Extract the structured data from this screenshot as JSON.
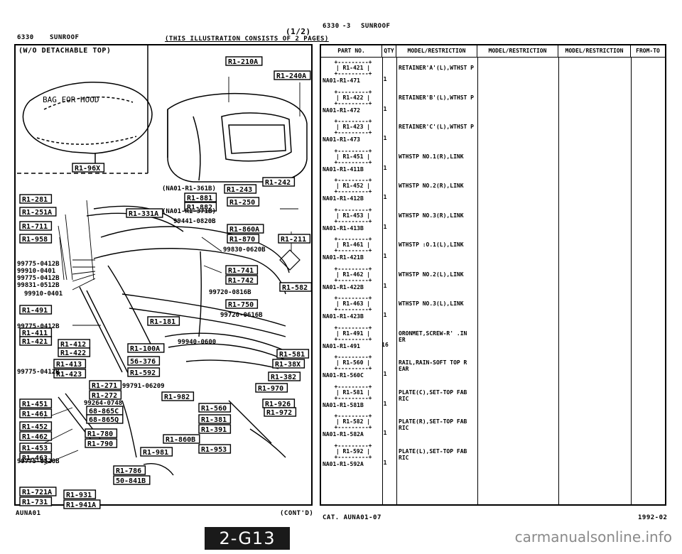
{
  "left_header": {
    "code": "6330",
    "title": "SUNROOF",
    "page_mark": "(1/2)",
    "note": "(THIS ILLUSTRATION CONSISTS OF 2 PAGES)",
    "subtitle": "(W/O DETACHABLE TOP)"
  },
  "diagram": {
    "hood_bag_text": "BAG FOR HOOD",
    "box_labels": [
      "R1-210A",
      "R1-240A",
      "R1-96X",
      "R1-242",
      "R1-243",
      "R1-250",
      "R1-881",
      "R1-882",
      "R1-860A",
      "R1-870",
      "R1-211",
      "R1-281",
      "R1-251A",
      "R1-711",
      "R1-958",
      "R1-331A",
      "R1-741",
      "R1-742",
      "R1-750",
      "R1-582",
      "R1-491",
      "R1-181",
      "R1-411",
      "R1-421",
      "R1-412",
      "R1-422",
      "R1-413",
      "R1-423",
      "R1-100A",
      "56-376",
      "R1-592",
      "R1-581",
      "R1-38X",
      "R1-382",
      "R1-271",
      "R1-272",
      "R1-970",
      "R1-982",
      "R1-926",
      "R1-972",
      "68-865C",
      "68-865Q",
      "R1-560",
      "R1-381",
      "R1-391",
      "R1-451",
      "R1-461",
      "R1-452",
      "R1-462",
      "R1-780",
      "R1-790",
      "R1-860B",
      "R1-453",
      "R1-463",
      "R1-981",
      "R1-953",
      "R1-786",
      "50-841B",
      "R1-721A",
      "R1-731",
      "R1-931",
      "R1-941A"
    ],
    "text_labels": [
      "(NA01-R1-361B)",
      "(NA01-R1-371B)",
      "99441-0820B",
      "99830-0620B",
      "99775-0412B",
      "99910-0401",
      "99775-0412B",
      "99831-0512B",
      "99910-0401",
      "99720-0816B",
      "99720-0616B",
      "99775-0412B",
      "99940-0600",
      "99775-0412B",
      "99791-06209",
      "99264-0748",
      "99775-0520B"
    ]
  },
  "left_footer": {
    "code": "AUNA01",
    "cont": "(CONT'D)"
  },
  "right_header": {
    "code": "6330",
    "sub": "-3",
    "title": "SUNROOF"
  },
  "table": {
    "columns": [
      "PART NO.",
      "QTY",
      "MODEL/RESTRICTION",
      "MODEL/RESTRICTION",
      "MODEL/RESTRICTION",
      "FROM-TO"
    ],
    "rows": [
      {
        "ref": "R1-421",
        "part": "NA01-R1-471",
        "qty": "1",
        "desc": "RETAINER'A'(L),WTHST P"
      },
      {
        "ref": "R1-422",
        "part": "NA01-R1-472",
        "qty": "1",
        "desc": "RETAINER'B'(L),WTHST P"
      },
      {
        "ref": "R1-423",
        "part": "NA01-R1-473",
        "qty": "1",
        "desc": "RETAINER'C'(L),WTHST P"
      },
      {
        "ref": "R1-451",
        "part": "NA01-R1-411B",
        "qty": "1",
        "desc": "WTHSTP NO.1(R),LINK"
      },
      {
        "ref": "R1-452",
        "part": "NA01-R1-412B",
        "qty": "1",
        "desc": "WTHSTP NO.2(R),LINK"
      },
      {
        "ref": "R1-453",
        "part": "NA01-R1-413B",
        "qty": "1",
        "desc": "WTHSTP NO.3(R),LINK"
      },
      {
        "ref": "R1-461",
        "part": "NA01-R1-421B",
        "qty": "1",
        "desc": "WTHSTP :O.1(L),LINK"
      },
      {
        "ref": "R1-462",
        "part": "NA01-R1-422B",
        "qty": "1",
        "desc": "WTHSTP NO.2(L),LINK"
      },
      {
        "ref": "R1-463",
        "part": "NA01-R1-423B",
        "qty": "1",
        "desc": "WTHSTP NO.3(L),LINK"
      },
      {
        "ref": "R1-491",
        "part": "NA01-R1-491",
        "qty": "16",
        "desc": "ORONMET,SCREW-R' .IN ER"
      },
      {
        "ref": "R1-560",
        "part": "NA01-R1-560C",
        "qty": "1",
        "desc": "RAIL,RAIN-SOFT TOP R EAR"
      },
      {
        "ref": "R1-581",
        "part": "NA01-R1-581B",
        "qty": "1",
        "desc": "PLATE(C),SET-TOP FAB RIC"
      },
      {
        "ref": "R1-582",
        "part": "NA01-R1-582A",
        "qty": "1",
        "desc": "PLATE(R),SET-TOP FAB RIC"
      },
      {
        "ref": "R1-592",
        "part": "NA01-R1-592A",
        "qty": "1",
        "desc": "PLATE(L),SET-TOP FAB RIC"
      }
    ]
  },
  "right_footer": {
    "cat": "CAT. AUNA01-07",
    "year": "1992-02"
  },
  "page_badge": "2-G13",
  "watermark": "carmanualsonline.info"
}
